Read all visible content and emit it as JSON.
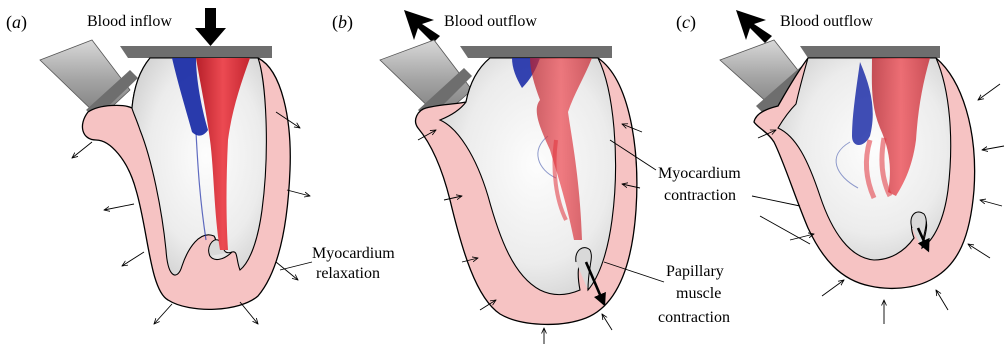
{
  "colors": {
    "myocardium": "#f6c3c3",
    "red_flow": "#e0313a",
    "blue_flow": "#1e2fa8",
    "cavity_gray": "#e9e9e9",
    "tube_gray": "#9a9a9a"
  },
  "panels": [
    {
      "label": "a",
      "flow_label": "Blood inflow",
      "annotations": [
        "Myocardium",
        "relaxation"
      ]
    },
    {
      "label": "b",
      "flow_label": "Blood outflow",
      "annotations": [
        "Papillary",
        "muscle",
        "contraction"
      ]
    },
    {
      "label": "c",
      "flow_label": "Blood outflow",
      "annotations": [
        "Myocardium",
        "contraction"
      ]
    }
  ]
}
